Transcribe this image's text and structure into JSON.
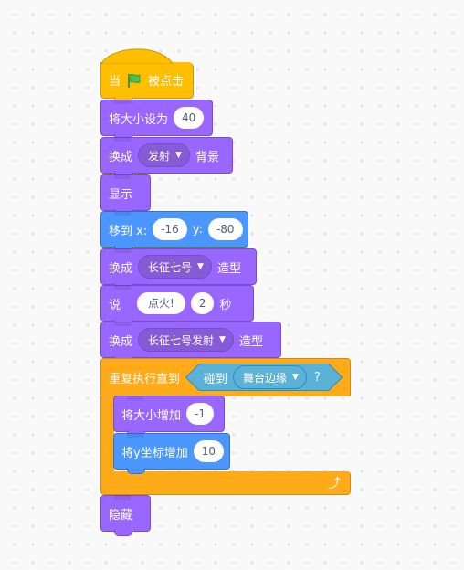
{
  "script": {
    "when_flag": {
      "prefix": "当",
      "flag_icon": "green-flag-icon",
      "suffix": "被点击"
    },
    "set_size": {
      "label": "将大小设为",
      "value": "40"
    },
    "switch_backdrop": {
      "prefix": "换成",
      "option": "发射",
      "suffix": "背景"
    },
    "show": {
      "label": "显示"
    },
    "goto_xy": {
      "label": "移到 x:",
      "x": "-16",
      "y_label": "y:",
      "y": "-80"
    },
    "switch_costume1": {
      "prefix": "换成",
      "option": "长征七号",
      "suffix": "造型"
    },
    "say_for": {
      "label": "说",
      "message": "点火!",
      "seconds": "2",
      "unit": "秒"
    },
    "switch_costume2": {
      "prefix": "换成",
      "option": "长征七号发射",
      "suffix": "造型"
    },
    "repeat_until": {
      "label": "重复执行直到",
      "condition": {
        "label": "碰到",
        "option": "舞台边缘",
        "suffix": "?"
      },
      "loop_icon": "loop-arrow-icon"
    },
    "change_size": {
      "label": "将大小增加",
      "value": "-1"
    },
    "change_y": {
      "label": "将y坐标增加",
      "value": "10"
    },
    "hide": {
      "label": "隐藏"
    }
  },
  "colors": {
    "events": "#ffbf00",
    "looks": "#9966ff",
    "motion": "#4c97ff",
    "control": "#ffab19",
    "sensing": "#5cb1d6"
  }
}
